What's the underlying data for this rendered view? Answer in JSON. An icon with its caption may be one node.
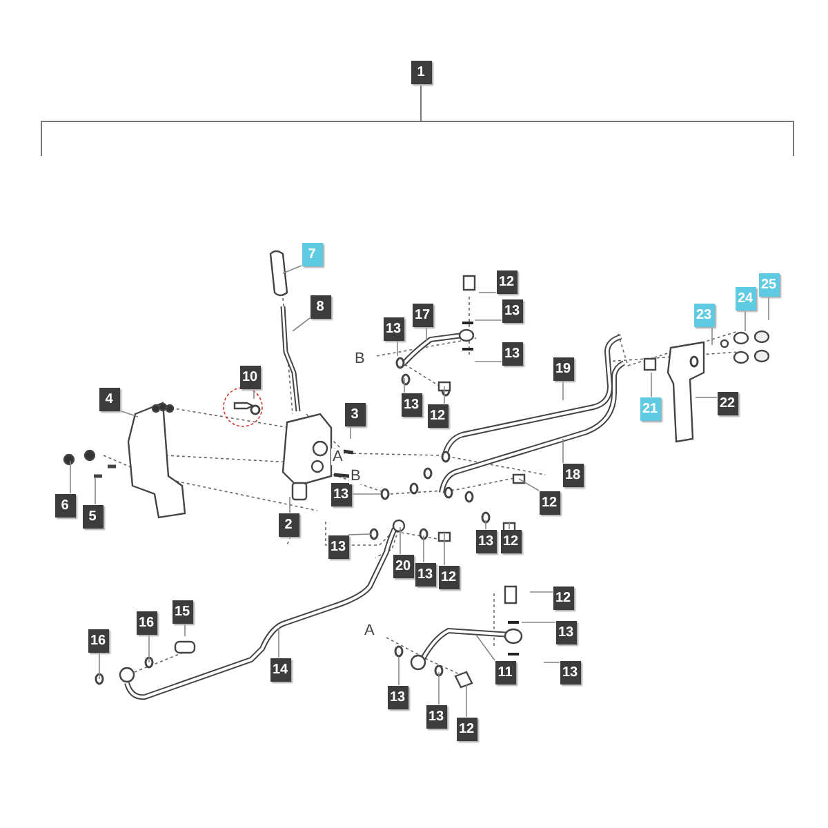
{
  "diagram": {
    "nodes": [
      {
        "text": [
          "1"
        ]
      },
      {
        "text": [
          "7"
        ]
      },
      {
        "text": [
          "8"
        ]
      },
      {
        "text": [
          "12"
        ]
      },
      {
        "text": [
          "13"
        ]
      },
      {
        "text": [
          "17"
        ]
      },
      {
        "text": [
          "13"
        ]
      },
      {
        "text": [
          "13"
        ]
      },
      {
        "text": [
          "19"
        ]
      },
      {
        "text": [
          "23"
        ]
      },
      {
        "text": [
          "24"
        ]
      },
      {
        "text": [
          "25"
        ]
      },
      {
        "text": [
          "10"
        ]
      },
      {
        "text": [
          "4"
        ]
      },
      {
        "text": [
          "3"
        ]
      },
      {
        "text": [
          "13"
        ]
      },
      {
        "text": [
          "12"
        ]
      },
      {
        "text": [
          "21"
        ]
      },
      {
        "text": [
          "22"
        ]
      },
      {
        "text": [
          "18"
        ]
      },
      {
        "text": [
          "13"
        ]
      },
      {
        "text": [
          "12"
        ]
      },
      {
        "text": [
          "6"
        ]
      },
      {
        "text": [
          "5"
        ]
      },
      {
        "text": [
          "2"
        ]
      },
      {
        "text": [
          "13"
        ]
      },
      {
        "text": [
          "20"
        ]
      },
      {
        "text": [
          "13"
        ]
      },
      {
        "text": [
          "12"
        ]
      },
      {
        "text": [
          "13"
        ]
      },
      {
        "text": [
          "12"
        ]
      },
      {
        "text": [
          "12"
        ]
      },
      {
        "text": [
          "13"
        ]
      },
      {
        "text": [
          "15"
        ]
      },
      {
        "text": [
          "16"
        ]
      },
      {
        "text": [
          "16"
        ]
      },
      {
        "text": [
          "14"
        ]
      },
      {
        "text": [
          "13"
        ]
      },
      {
        "text": [
          "11"
        ]
      },
      {
        "text": [
          "13"
        ]
      },
      {
        "text": [
          "13"
        ]
      },
      {
        "text": [
          "12"
        ]
      }
    ],
    "edges": [
      {
        "from": 1,
        "to": null,
        "arrow": "none"
      },
      {
        "from": 2,
        "to": null,
        "arrow": "none"
      },
      {
        "from": 3,
        "to": null,
        "arrow": "none"
      },
      {
        "from": 4,
        "to": null,
        "arrow": "none"
      },
      {
        "from": 5,
        "to": null,
        "arrow": "none"
      },
      {
        "from": 6,
        "to": null,
        "arrow": "none"
      },
      {
        "from": 7,
        "to": null,
        "arrow": "none"
      },
      {
        "from": 8,
        "to": null,
        "arrow": "none"
      },
      {
        "from": 9,
        "to": null,
        "arrow": "none"
      },
      {
        "from": 10,
        "to": null,
        "arrow": "none"
      },
      {
        "from": 11,
        "to": null,
        "arrow": "none"
      },
      {
        "from": 12,
        "to": null,
        "arrow": "none"
      },
      {
        "from": 13,
        "to": null,
        "arrow": "none"
      },
      {
        "from": 14,
        "to": null,
        "arrow": "none"
      },
      {
        "from": 15,
        "to": null,
        "arrow": "none"
      },
      {
        "from": 16,
        "to": null,
        "arrow": "none"
      },
      {
        "from": 17,
        "to": null,
        "arrow": "none"
      },
      {
        "from": 18,
        "to": null,
        "arrow": "none"
      },
      {
        "from": 19,
        "to": null,
        "arrow": "none"
      },
      {
        "from": 20,
        "to": null,
        "arrow": "none"
      },
      {
        "from": 21,
        "to": null,
        "arrow": "none"
      },
      {
        "from": 22,
        "to": null,
        "arrow": "none"
      },
      {
        "from": 23,
        "to": null,
        "arrow": "none"
      },
      {
        "from": 24,
        "to": null,
        "arrow": "none"
      },
      {
        "from": 25,
        "to": null,
        "arrow": "none"
      },
      {
        "from": 26,
        "to": null,
        "arrow": "none"
      },
      {
        "from": 27,
        "to": null,
        "arrow": "none"
      },
      {
        "from": 28,
        "to": null,
        "arrow": "none"
      },
      {
        "from": 29,
        "to": null,
        "arrow": "none"
      },
      {
        "from": 30,
        "to": null,
        "arrow": "none"
      },
      {
        "from": 31,
        "to": null,
        "arrow": "none"
      },
      {
        "from": 32,
        "to": null,
        "arrow": "none"
      },
      {
        "from": 33,
        "to": null,
        "arrow": "none"
      },
      {
        "from": 34,
        "to": null,
        "arrow": "none"
      },
      {
        "from": 35,
        "to": null,
        "arrow": "none"
      },
      {
        "from": 36,
        "to": null,
        "arrow": "none"
      },
      {
        "from": 37,
        "to": null,
        "arrow": "none"
      },
      {
        "from": 38,
        "to": null,
        "arrow": "none"
      },
      {
        "from": 39,
        "to": null,
        "arrow": "none"
      },
      {
        "from": 40,
        "to": null,
        "arrow": "none"
      },
      {
        "from": 41,
        "to": null,
        "arrow": "none"
      }
    ],
    "labels": [
      "B",
      "A",
      "B",
      "A"
    ]
  }
}
